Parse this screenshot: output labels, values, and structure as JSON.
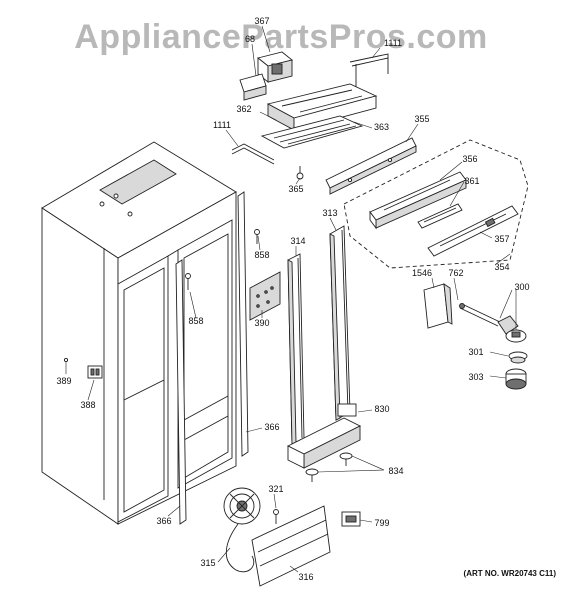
{
  "watermark": "AppliancePartsPros.com",
  "art_number": "(ART NO. WR20743 C11)",
  "callouts": {
    "p367": "367",
    "p68": "68",
    "p1111a": "1111",
    "p362": "362",
    "p363": "363",
    "p1111b": "1111",
    "p355": "355",
    "p365": "365",
    "p356": "356",
    "p361": "361",
    "p313": "313",
    "p314": "314",
    "p858a": "858",
    "p357": "357",
    "p354": "354",
    "p1546": "1546",
    "p762": "762",
    "p300": "300",
    "p858b": "858",
    "p390": "390",
    "p301": "301",
    "p389": "389",
    "p303": "303",
    "p388": "388",
    "p830": "830",
    "p366a": "366",
    "p834": "834",
    "p321": "321",
    "p799": "799",
    "p366b": "366",
    "p315": "315",
    "p316": "316"
  }
}
